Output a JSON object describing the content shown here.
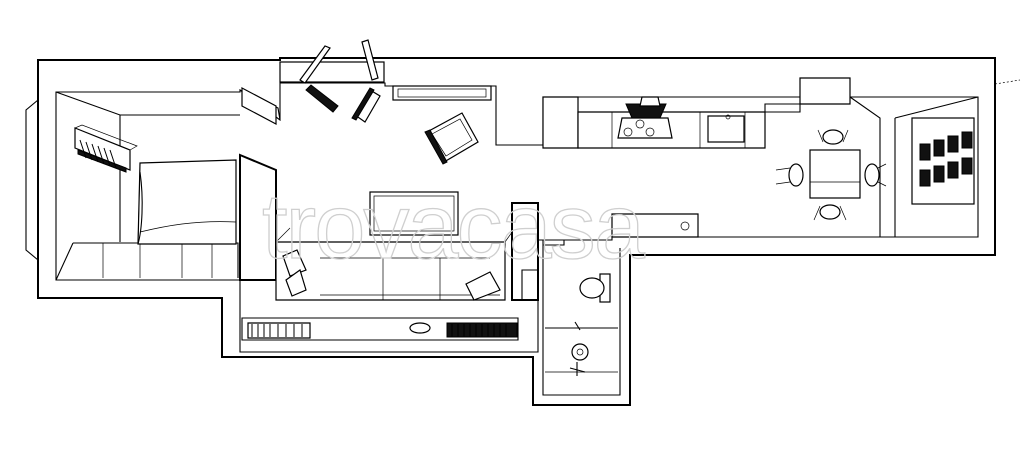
{
  "watermark": {
    "text": "trovacasa",
    "stroke_color": "#cfcfcf"
  },
  "plan": {
    "line_color": "#000000",
    "background": "#ffffff",
    "rooms": [
      "bedroom",
      "living-room",
      "kitchen",
      "dining-area",
      "bathroom"
    ]
  }
}
